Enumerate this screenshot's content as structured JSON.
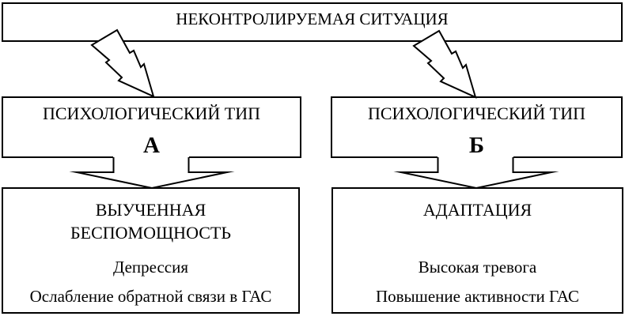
{
  "colors": {
    "line": "#000000",
    "background": "#ffffff",
    "text": "#000000"
  },
  "icons": {
    "stress_connector": "lightning-bolt-icon",
    "flow_connector": "down-arrow-icon"
  },
  "boxes": {
    "situation": {
      "title": "НЕКОНТРОЛИРУЕМАЯ СИТУАЦИЯ"
    },
    "type_a": {
      "title": "ПСИХОЛОГИЧЕСКИЙ ТИП",
      "letter": "А"
    },
    "type_b": {
      "title": "ПСИХОЛОГИЧЕСКИЙ ТИП",
      "letter": "Б"
    },
    "outcome_a": {
      "title_line1": "ВЫУЧЕННАЯ",
      "title_line2": "БЕСПОМОЩНОСТЬ",
      "items": [
        "Депрессия",
        "Ослабление обратной связи в ГАС"
      ]
    },
    "outcome_b": {
      "title": "АДАПТАЦИЯ",
      "items": [
        "Высокая тревога",
        "Повышение активности ГАС"
      ]
    }
  }
}
